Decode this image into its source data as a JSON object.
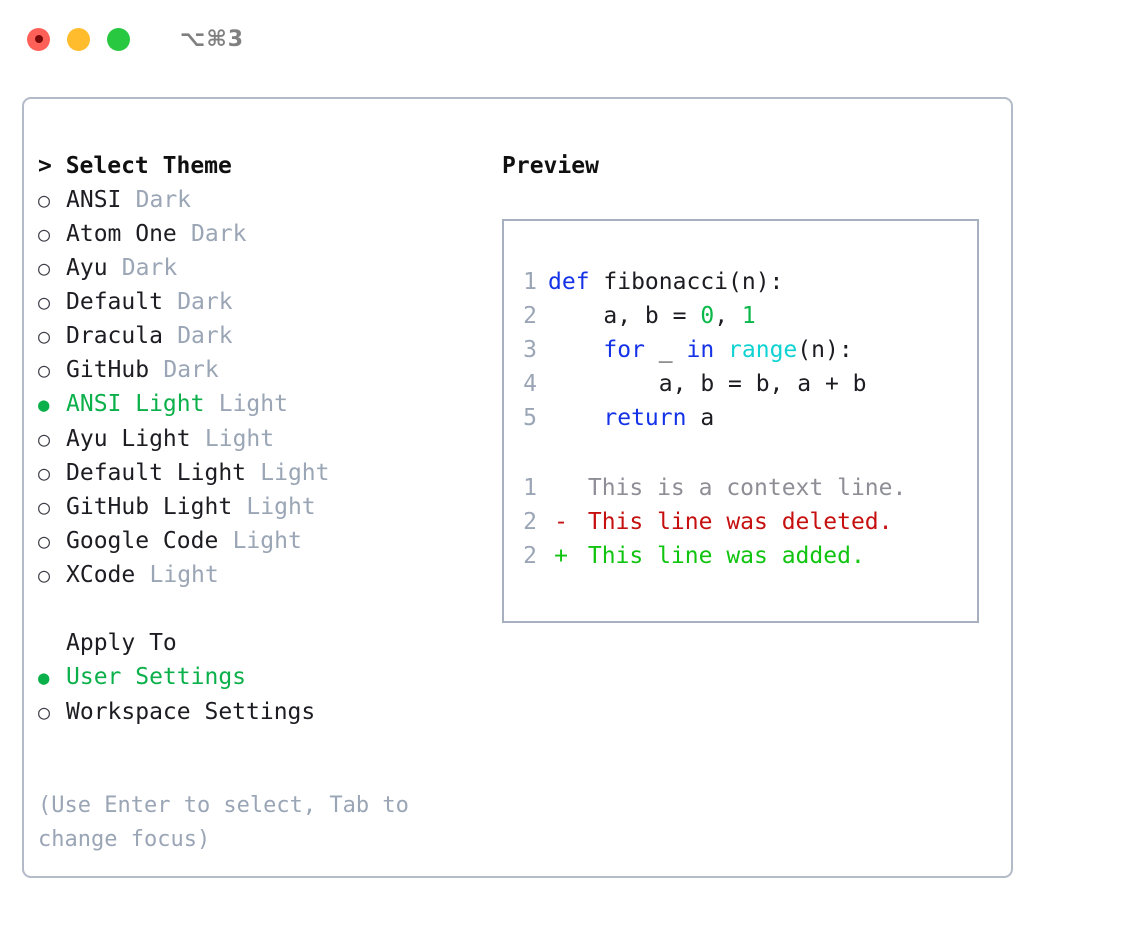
{
  "titlebar": {
    "shortcut": "⌥⌘3",
    "buttons": [
      {
        "name": "close",
        "color": "#ff6058"
      },
      {
        "name": "minimize",
        "color": "#ffbd2e"
      },
      {
        "name": "maximize",
        "color": "#28c840"
      }
    ]
  },
  "theme_panel": {
    "header": "> Select Theme",
    "marker_selected": "●",
    "marker_unselected": "○",
    "items": [
      {
        "marker": "○",
        "label": "ANSI",
        "badge": "Dark",
        "selected": false
      },
      {
        "marker": "○",
        "label": "Atom One",
        "badge": "Dark",
        "selected": false
      },
      {
        "marker": "○",
        "label": "Ayu",
        "badge": "Dark",
        "selected": false
      },
      {
        "marker": "○",
        "label": "Default",
        "badge": "Dark",
        "selected": false
      },
      {
        "marker": "○",
        "label": "Dracula",
        "badge": "Dark",
        "selected": false
      },
      {
        "marker": "○",
        "label": "GitHub",
        "badge": "Dark",
        "selected": false
      },
      {
        "marker": "●",
        "label": "ANSI Light",
        "badge": "Light",
        "selected": true
      },
      {
        "marker": "○",
        "label": "Ayu Light",
        "badge": "Light",
        "selected": false
      },
      {
        "marker": "○",
        "label": "Default Light",
        "badge": "Light",
        "selected": false
      },
      {
        "marker": "○",
        "label": "GitHub Light",
        "badge": "Light",
        "selected": false
      },
      {
        "marker": "○",
        "label": "Google Code",
        "badge": "Light",
        "selected": false
      },
      {
        "marker": "○",
        "label": "XCode",
        "badge": "Light",
        "selected": false
      }
    ]
  },
  "apply_to": {
    "header": "Apply To",
    "items": [
      {
        "marker": "●",
        "label": "User Settings",
        "selected": true
      },
      {
        "marker": "○",
        "label": "Workspace Settings",
        "selected": false
      }
    ]
  },
  "hint": "(Use Enter to select, Tab to change focus)",
  "preview": {
    "title": "Preview",
    "code_lines": [
      {
        "no": "1",
        "tokens": [
          {
            "t": "def",
            "c": "kw"
          },
          {
            "t": " fibonacci(n):",
            "c": "plain"
          }
        ]
      },
      {
        "no": "2",
        "tokens": [
          {
            "t": "    a, b = ",
            "c": "plain"
          },
          {
            "t": "0",
            "c": "num"
          },
          {
            "t": ", ",
            "c": "plain"
          },
          {
            "t": "1",
            "c": "num"
          }
        ]
      },
      {
        "no": "3",
        "tokens": [
          {
            "t": "    ",
            "c": "plain"
          },
          {
            "t": "for",
            "c": "kw"
          },
          {
            "t": " _ ",
            "c": "plain"
          },
          {
            "t": "in",
            "c": "kw"
          },
          {
            "t": " ",
            "c": "plain"
          },
          {
            "t": "range",
            "c": "fn"
          },
          {
            "t": "(n):",
            "c": "plain"
          }
        ]
      },
      {
        "no": "4",
        "tokens": [
          {
            "t": "        a, b = b, a + b",
            "c": "plain"
          }
        ]
      },
      {
        "no": "5",
        "tokens": [
          {
            "t": "    ",
            "c": "plain"
          },
          {
            "t": "return",
            "c": "kw"
          },
          {
            "t": " a",
            "c": "plain"
          }
        ]
      }
    ],
    "diff_lines": [
      {
        "no": "1",
        "sign": " ",
        "text": "This is a context line.",
        "kind": "context"
      },
      {
        "no": "2",
        "sign": "-",
        "text": "This line was deleted.",
        "kind": "deleted"
      },
      {
        "no": "2",
        "sign": "+",
        "text": "This line was added.",
        "kind": "added"
      }
    ]
  },
  "colors": {
    "accent_green": "#0bb04a",
    "muted": "#9aa5b5",
    "keyword_blue": "#1433e8",
    "function_cyan": "#0fd2d2",
    "number_green": "#0bb84a",
    "diff_deleted": "#c61010",
    "diff_added": "#10c410",
    "border": "#b3bbc8"
  }
}
